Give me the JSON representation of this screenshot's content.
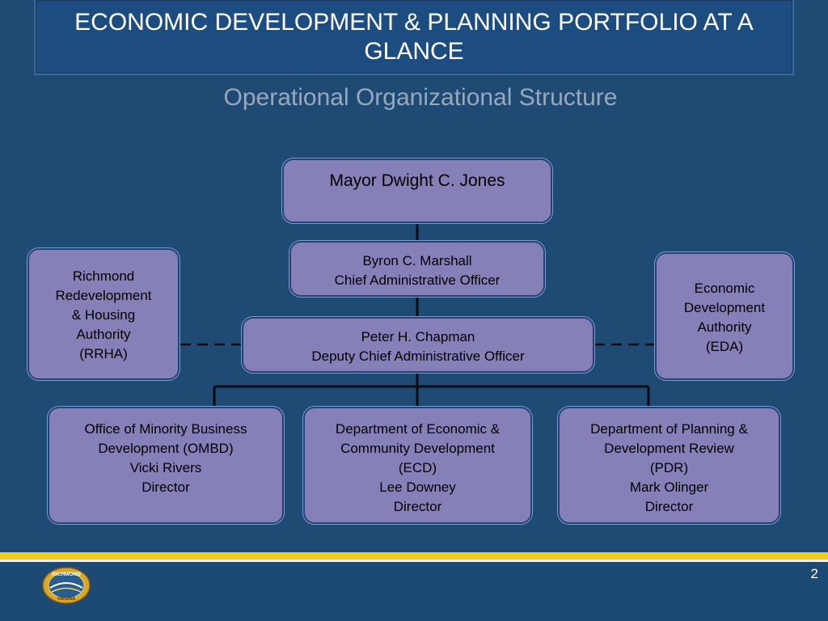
{
  "header": {
    "title": "ECONOMIC DEVELOPMENT & PLANNING PORTFOLIO AT A GLANCE",
    "subtitle": "Operational Organizational Structure"
  },
  "org_chart": {
    "mayor": {
      "lines": [
        "Mayor Dwight C. Jones"
      ]
    },
    "cao": {
      "lines": [
        "Byron C. Marshall",
        "Chief Administrative Officer"
      ]
    },
    "dcao": {
      "lines": [
        "Peter H. Chapman",
        "Deputy Chief Administrative Officer"
      ]
    },
    "rrha": {
      "lines": [
        "Richmond",
        "Redevelopment",
        "& Housing",
        "Authority",
        "(RRHA)"
      ]
    },
    "eda": {
      "lines": [
        "Economic",
        "Development",
        "Authority",
        "(EDA)"
      ]
    },
    "ombd": {
      "lines": [
        "Office of Minority Business",
        "Development (OMBD)",
        "Vicki Rivers",
        "Director"
      ]
    },
    "ecd": {
      "lines": [
        "Department of Economic &",
        "Community Development",
        "(ECD)",
        "Lee Downey",
        "Director"
      ]
    },
    "pdr": {
      "lines": [
        "Department of Planning &",
        "Development Review",
        "(PDR)",
        "Mark Olinger",
        "Director"
      ]
    }
  },
  "colors": {
    "background": "#1f4a73",
    "node_fill": "#8680b8",
    "accent_gold": "#f2cb20"
  },
  "footer": {
    "page_number": "2",
    "logo": {
      "icon": "richmond-seal-icon",
      "text_top": "RICHMOND",
      "text_bottom": "VIRGINIA"
    }
  }
}
